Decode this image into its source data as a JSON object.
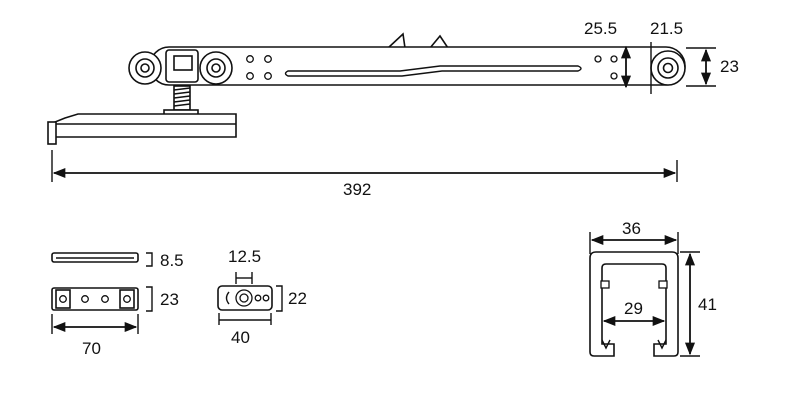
{
  "dimensions": {
    "length": "392",
    "wheel_pitch": "25.5",
    "wheel_diameter": "21.5",
    "roller_height": "23",
    "plate_thickness": "8.5",
    "plate_height": "23",
    "plate_length": "70",
    "clip_hole": "12.5",
    "clip_height": "22",
    "clip_length": "40",
    "rail_outer_width": "36",
    "rail_inner_width": "29",
    "rail_height": "41"
  },
  "colors": {
    "line": "#111111",
    "background": "#ffffff"
  }
}
